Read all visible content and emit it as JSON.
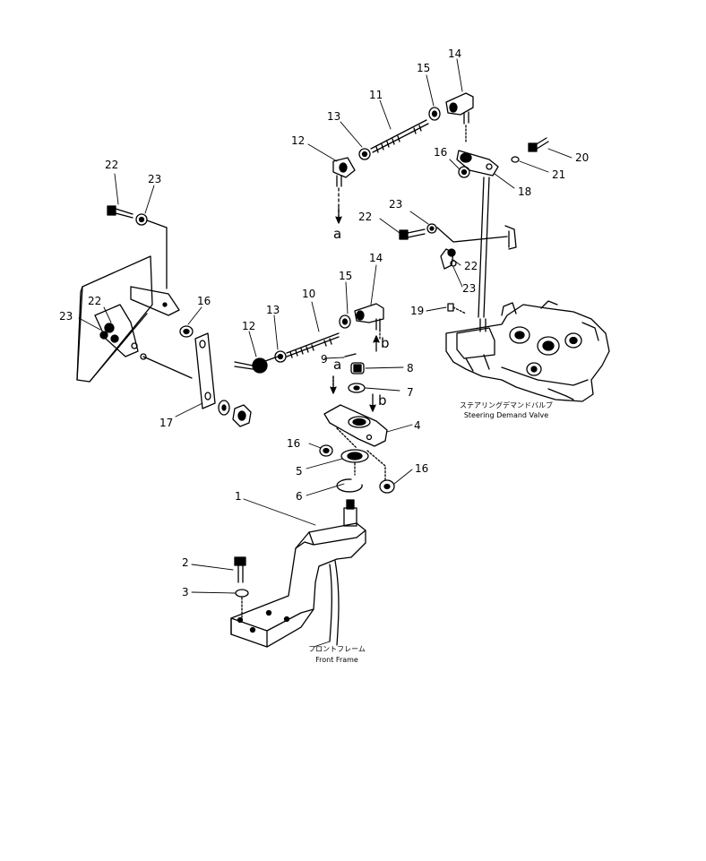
{
  "callouts": {
    "c1": "1",
    "c2": "2",
    "c3": "3",
    "c4": "4",
    "c5": "5",
    "c6": "6",
    "c7": "7",
    "c8": "8",
    "c9": "9",
    "c10": "10",
    "c11": "11",
    "c12a": "12",
    "c12b": "12",
    "c13a": "13",
    "c13b": "13",
    "c14a": "14",
    "c14b": "14",
    "c15a": "15",
    "c15b": "15",
    "c16a": "16",
    "c16b": "16",
    "c16c": "16",
    "c16d": "16",
    "c17": "17",
    "c18": "18",
    "c19": "19",
    "c20": "20",
    "c21": "21",
    "c22a": "22",
    "c22b": "22",
    "c22c": "22",
    "c22d": "22",
    "c23a": "23",
    "c23b": "23",
    "c23c": "23",
    "c23d": "23"
  },
  "markers": {
    "a1": "a",
    "a2": "a",
    "b1": "b",
    "b2": "b"
  },
  "captions": {
    "valve_jp": "ステアリングデマンドバルブ",
    "valve_en": "Steering Demand Valve",
    "frame_jp": "フロントフレーム",
    "frame_en": "Front Frame"
  }
}
